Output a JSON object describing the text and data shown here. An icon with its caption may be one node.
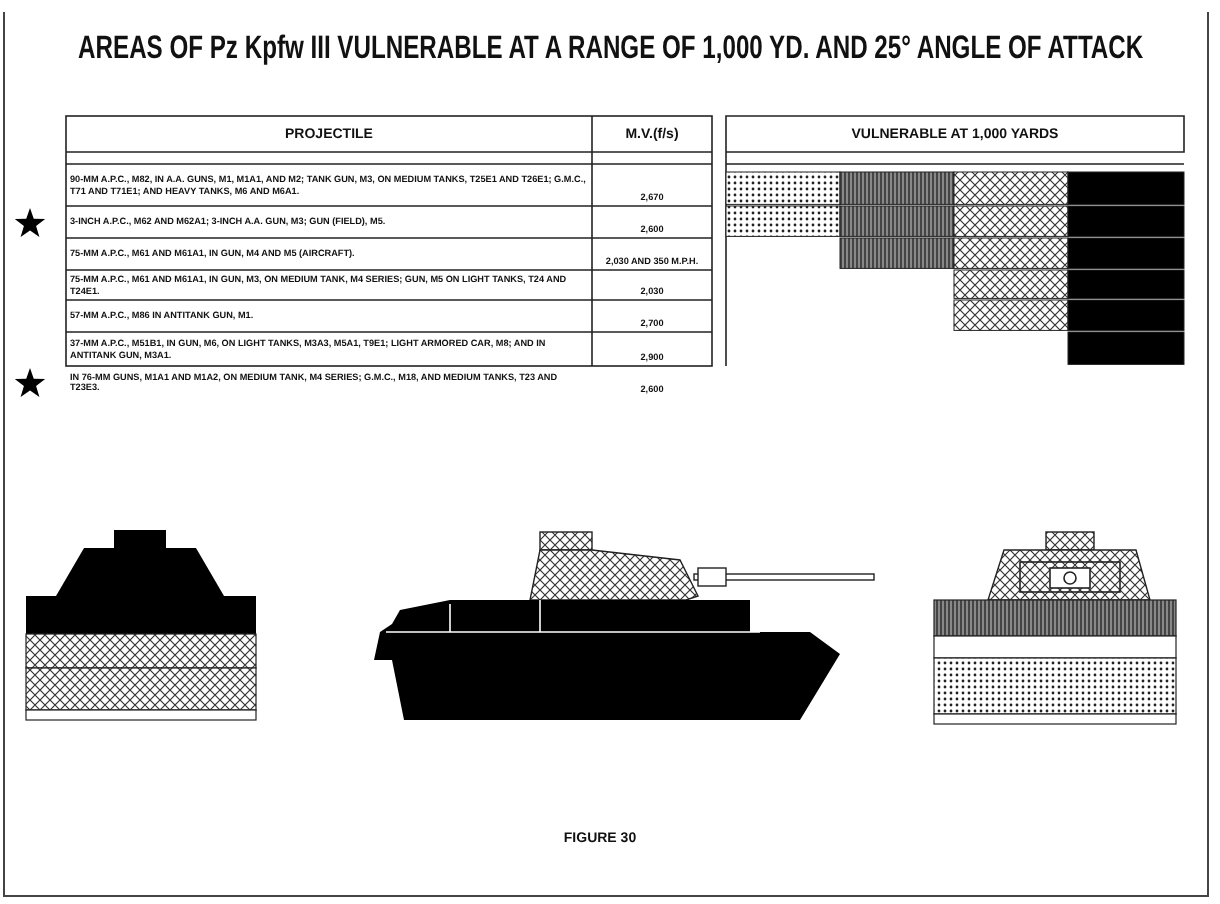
{
  "diagram": {
    "title": "AREAS OF Pz Kpfw III VULNERABLE AT A RANGE OF 1,000 YD. AND 25° ANGLE OF ATTACK",
    "caption": "FIGURE 30",
    "labels": [
      "PROJECTILE",
      "M.V.(f/s)",
      "VULNERABLE AT 1,000 YARDS",
      "90-MM A.P.C., M82, IN A.A. GUNS, M1, M1A1, AND M2; TANK GUN, M3, ON MEDIUM TANKS, T25E1 AND T26E1; G.M.C., T71 AND T71E1; AND HEAVY TANKS, M6 AND M6A1.",
      "2,670",
      "3-INCH A.P.C., M62 AND M62A1; 3-INCH A.A. GUN, M3; GUN (FIELD), M5.",
      "2,600",
      "75-MM A.P.C., M61 AND M61A1, IN GUN, M4 AND M5 (AIRCRAFT).",
      "2,030 AND 350 M.P.H.",
      "75-MM A.P.C., M61 AND M61A1, IN GUN, M3, ON MEDIUM TANK, M4 SERIES; GUN, M5 ON LIGHT TANKS, T24 AND T24E1.",
      "2,030",
      "57-MM A.P.C., M86 IN ANTITANK GUN, M1.",
      "2,700",
      "37-MM A.P.C., M51B1, IN GUN, M6, ON LIGHT TANKS, M3A3, M5A1, T9E1; LIGHT ARMORED CAR, M8; AND IN ANTITANK GUN, M3A1.",
      "2,900",
      "IN 76-MM GUNS, M1A1 AND M1A2, ON MEDIUM TANK, M4 SERIES; G.M.C., M18, AND MEDIUM TANKS, T23 AND T23E3.",
      "2,600"
    ]
  }
}
